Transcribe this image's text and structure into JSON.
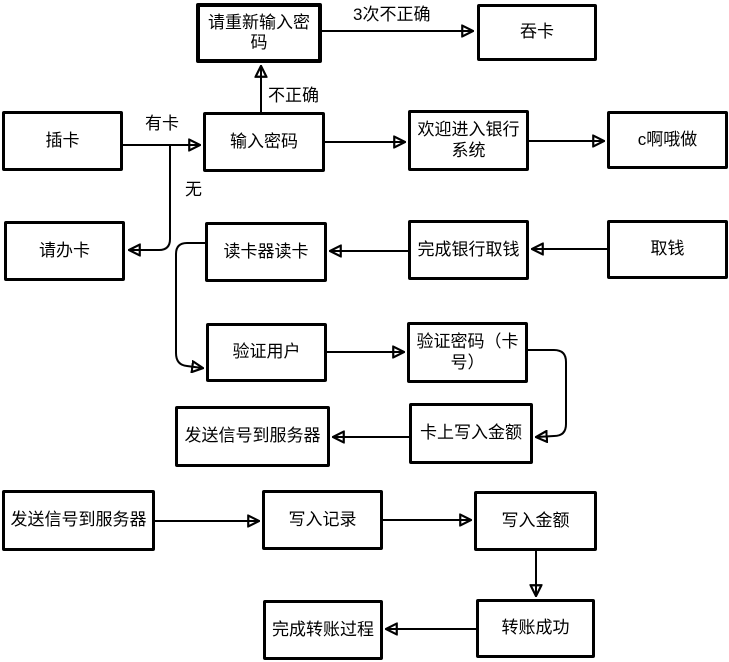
{
  "diagram": {
    "title": "ATM bank flow chart",
    "colors": {
      "background": "#ffffff",
      "line": "#000000",
      "node_fill": "#ffffff",
      "node_border": "#000000",
      "text": "#000000"
    },
    "nodes": [
      {
        "id": "reenter-password",
        "label": "请重新输入密码"
      },
      {
        "id": "swallow-card",
        "label": "吞卡"
      },
      {
        "id": "insert-card",
        "label": "插卡"
      },
      {
        "id": "enter-password",
        "label": "输入密码"
      },
      {
        "id": "welcome-bank",
        "label": "欢迎进入银行系统"
      },
      {
        "id": "c-a-o-zuo",
        "label": "c啊哦做"
      },
      {
        "id": "apply-card",
        "label": "请办卡"
      },
      {
        "id": "card-reader",
        "label": "读卡器读卡"
      },
      {
        "id": "finish-withdraw",
        "label": "完成银行取钱"
      },
      {
        "id": "withdraw",
        "label": "取钱"
      },
      {
        "id": "verify-user",
        "label": "验证用户"
      },
      {
        "id": "verify-password",
        "label": "验证密码（卡号）"
      },
      {
        "id": "send-signal-upper",
        "label": "发送信号到服务器"
      },
      {
        "id": "write-amount-card",
        "label": "卡上写入金额"
      },
      {
        "id": "send-signal-lower",
        "label": "发送信号到服务器"
      },
      {
        "id": "write-record",
        "label": "写入记录"
      },
      {
        "id": "write-amount",
        "label": "写入金额"
      },
      {
        "id": "finish-transfer",
        "label": "完成转账过程"
      },
      {
        "id": "transfer-success",
        "label": "转账成功"
      }
    ],
    "edge_labels": [
      {
        "id": "three-times-wrong",
        "label": "3次不正确"
      },
      {
        "id": "incorrect",
        "label": "不正确"
      },
      {
        "id": "has-card",
        "label": "有卡"
      },
      {
        "id": "no-card",
        "label": "无"
      }
    ]
  }
}
